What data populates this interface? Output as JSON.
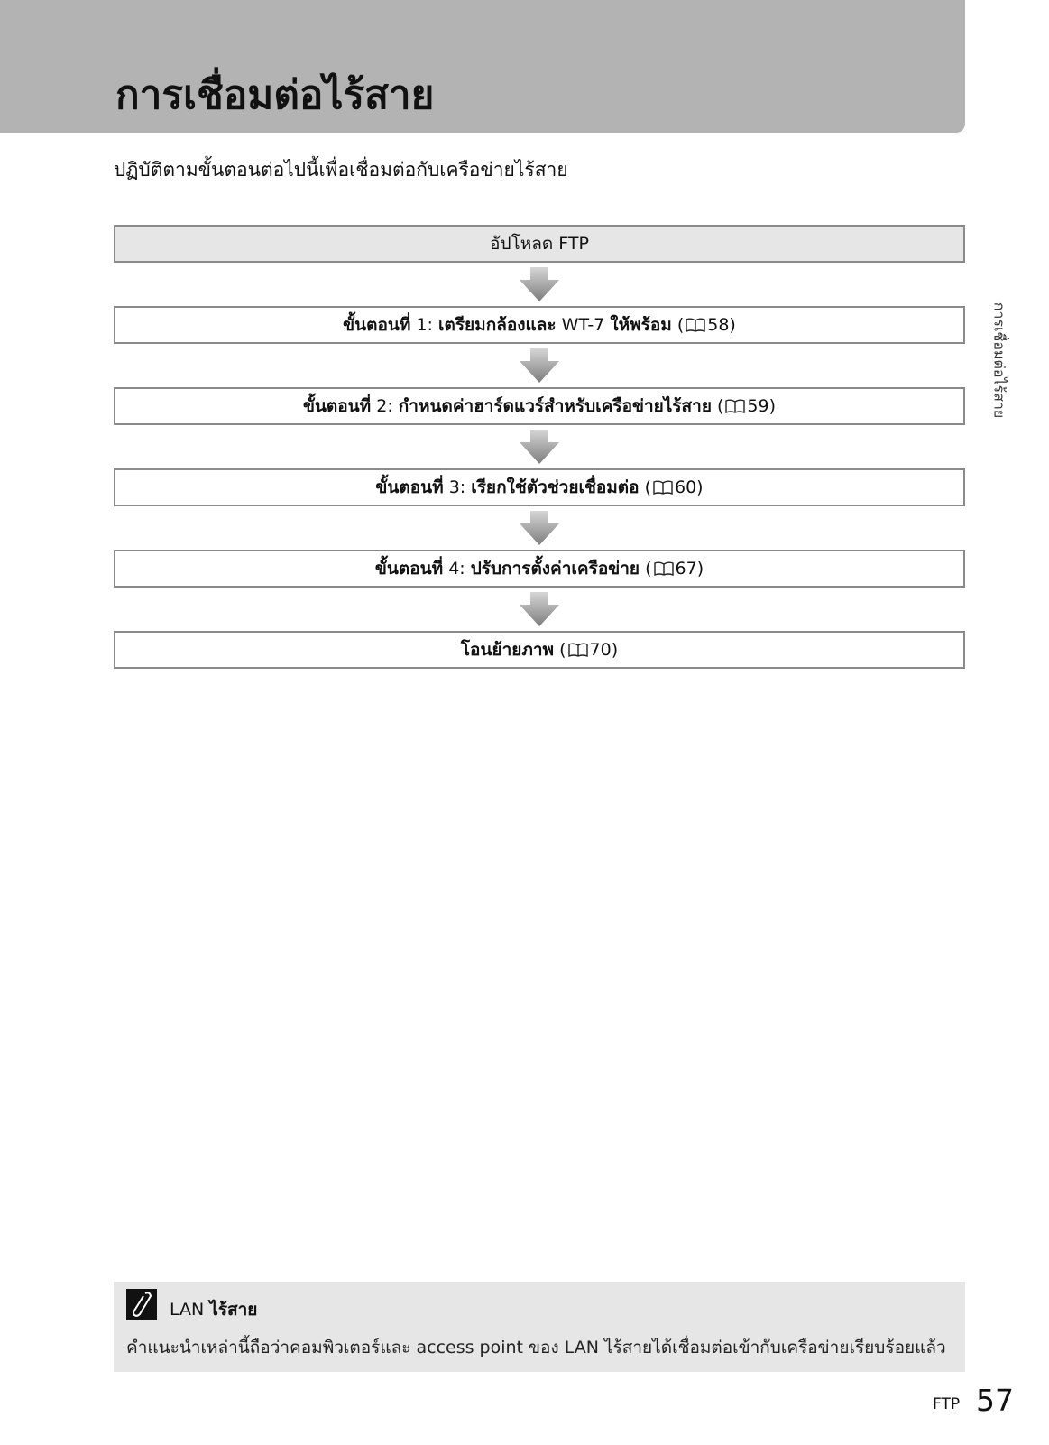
{
  "header": {
    "title": "การเชื่อมต่อไร้สาย"
  },
  "intro": "ปฏิบัติตามขั้นตอนต่อไปนี้เพื่อเชื่อมต่อกับเครือข่ายไร้สาย",
  "flow": {
    "top": {
      "text": "อัปโหลด FTP"
    },
    "steps": [
      {
        "label": "ขั้นตอนที่",
        "number": "1:",
        "text": "เตรียมกล้องและ",
        "extra": "WT-7",
        "extra2": "ให้พร้อม",
        "ref": "58"
      },
      {
        "label": "ขั้นตอนที่",
        "number": "2:",
        "text": "กำหนดค่าฮาร์ดแวร์สำหรับเครือข่ายไร้สาย",
        "ref": "59"
      },
      {
        "label": "ขั้นตอนที่",
        "number": "3:",
        "text": "เรียกใช้ตัวช่วยเชื่อมต่อ",
        "ref": "60"
      },
      {
        "label": "ขั้นตอนที่",
        "number": "4:",
        "text": "ปรับการตั้งค่าเครือข่าย",
        "ref": "67"
      }
    ],
    "bottom": {
      "text": "โอนย้ายภาพ",
      "ref": "70"
    }
  },
  "side_tab": "การเชื่อมต่อไร้สาย",
  "note": {
    "title_prefix": "LAN",
    "title_rest": "ไร้สาย",
    "text": "คำแนะนำเหล่านี้ถือว่าคอมพิวเตอร์และ access point ของ LAN ไร้สายได้เชื่อมต่อเข้ากับเครือข่ายเรียบร้อยแล้ว"
  },
  "footer": {
    "section": "FTP",
    "page": "57"
  },
  "colors": {
    "header_band": "#b3b3b3",
    "box_border": "#8a8a8a",
    "shaded_box": "#e6e6e6",
    "arrow": "#9a9a9a"
  },
  "icons": {
    "reference": "book-reference-icon",
    "arrow": "down-arrow-icon",
    "note": "pencil-note-icon"
  }
}
